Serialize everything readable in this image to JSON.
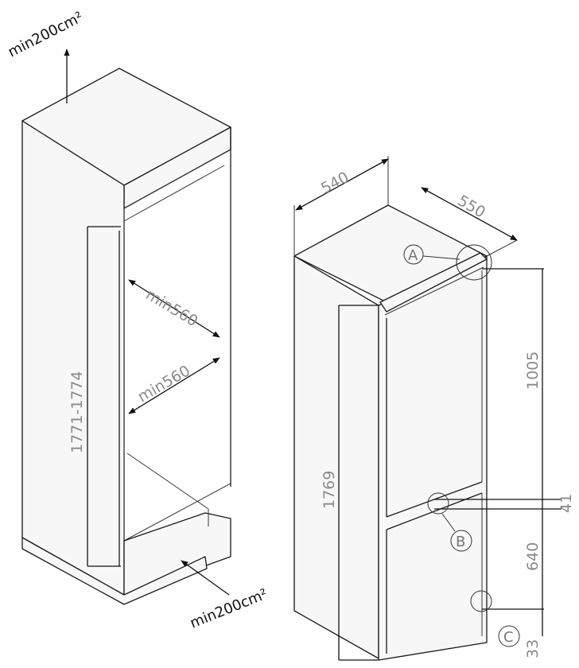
{
  "niche": {
    "vent_top": "min200cm²",
    "vent_bottom": "min200cm²",
    "height": "1771-1774",
    "depth_upper": "min560",
    "depth_lower": "min560"
  },
  "appliance": {
    "width": "540",
    "depth": "550",
    "height": "1769",
    "upper_door": "1005",
    "gap": "41",
    "lower_door": "640",
    "base": "33",
    "markers": [
      "A",
      "B",
      "C"
    ]
  }
}
